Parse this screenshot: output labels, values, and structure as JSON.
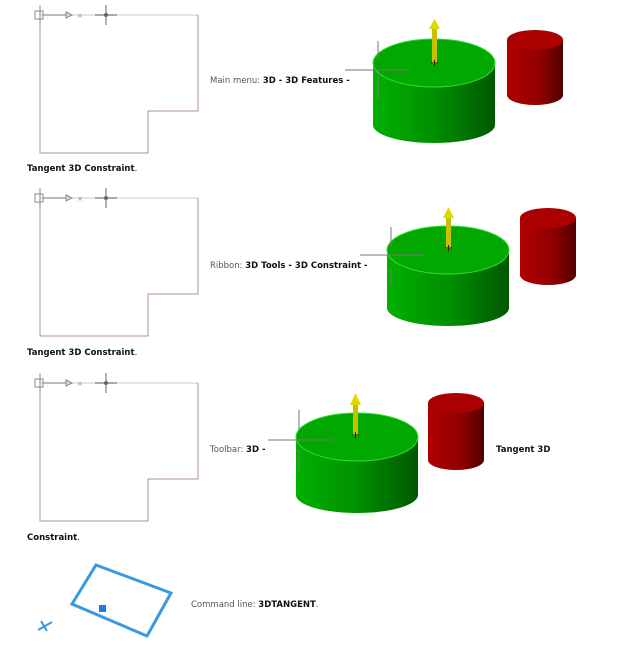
{
  "sections": [
    {
      "caption_bold": "Tangent 3D Constraint",
      "caption_suffix": ".",
      "desc_label": "Main menu: ",
      "desc_path": "3D - 3D Features -"
    },
    {
      "caption_bold": "Tangent 3D Constraint",
      "caption_suffix": ".",
      "desc_label": "Ribbon: ",
      "desc_path": "3D Tools - 3D Constraint -"
    },
    {
      "caption_bold": "Constraint",
      "caption_suffix": ".",
      "desc_label": "Toolbar: ",
      "desc_path": "3D -",
      "desc_tail": "Tangent 3D"
    }
  ],
  "command": {
    "label": "Command line: ",
    "value": "3DTANGENT",
    "suffix": "."
  },
  "colors": {
    "frame": "#b48ab4",
    "frame_light": "#e8d6e8",
    "cylinder_green": "#00a000",
    "cylinder_red": "#a00000",
    "arrow_yellow": "#d4c800",
    "icon_blue": "#3a9ae0"
  }
}
